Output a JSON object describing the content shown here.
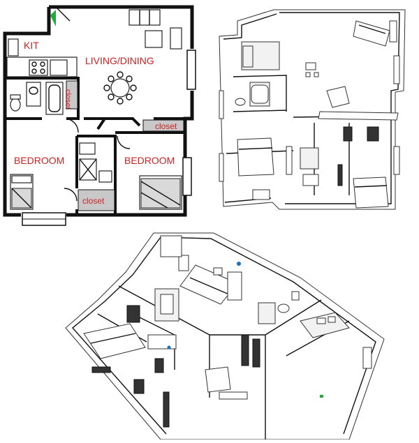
{
  "floor_plan": {
    "labels": {
      "kitchen": "KIT",
      "living_dining": "LIVING/DINING",
      "closet_entry": "closet",
      "closet_hall": "closet",
      "bedroom_left": "BEDROOM",
      "bedroom_right": "BEDROOM",
      "closet_bedroom": "closet"
    }
  },
  "colors": {
    "label_red": "#cc2222",
    "entry_marker_green": "#1faa3a",
    "closet_fill": "#c8c8c8",
    "bed_cover": "#d9d9d9"
  }
}
